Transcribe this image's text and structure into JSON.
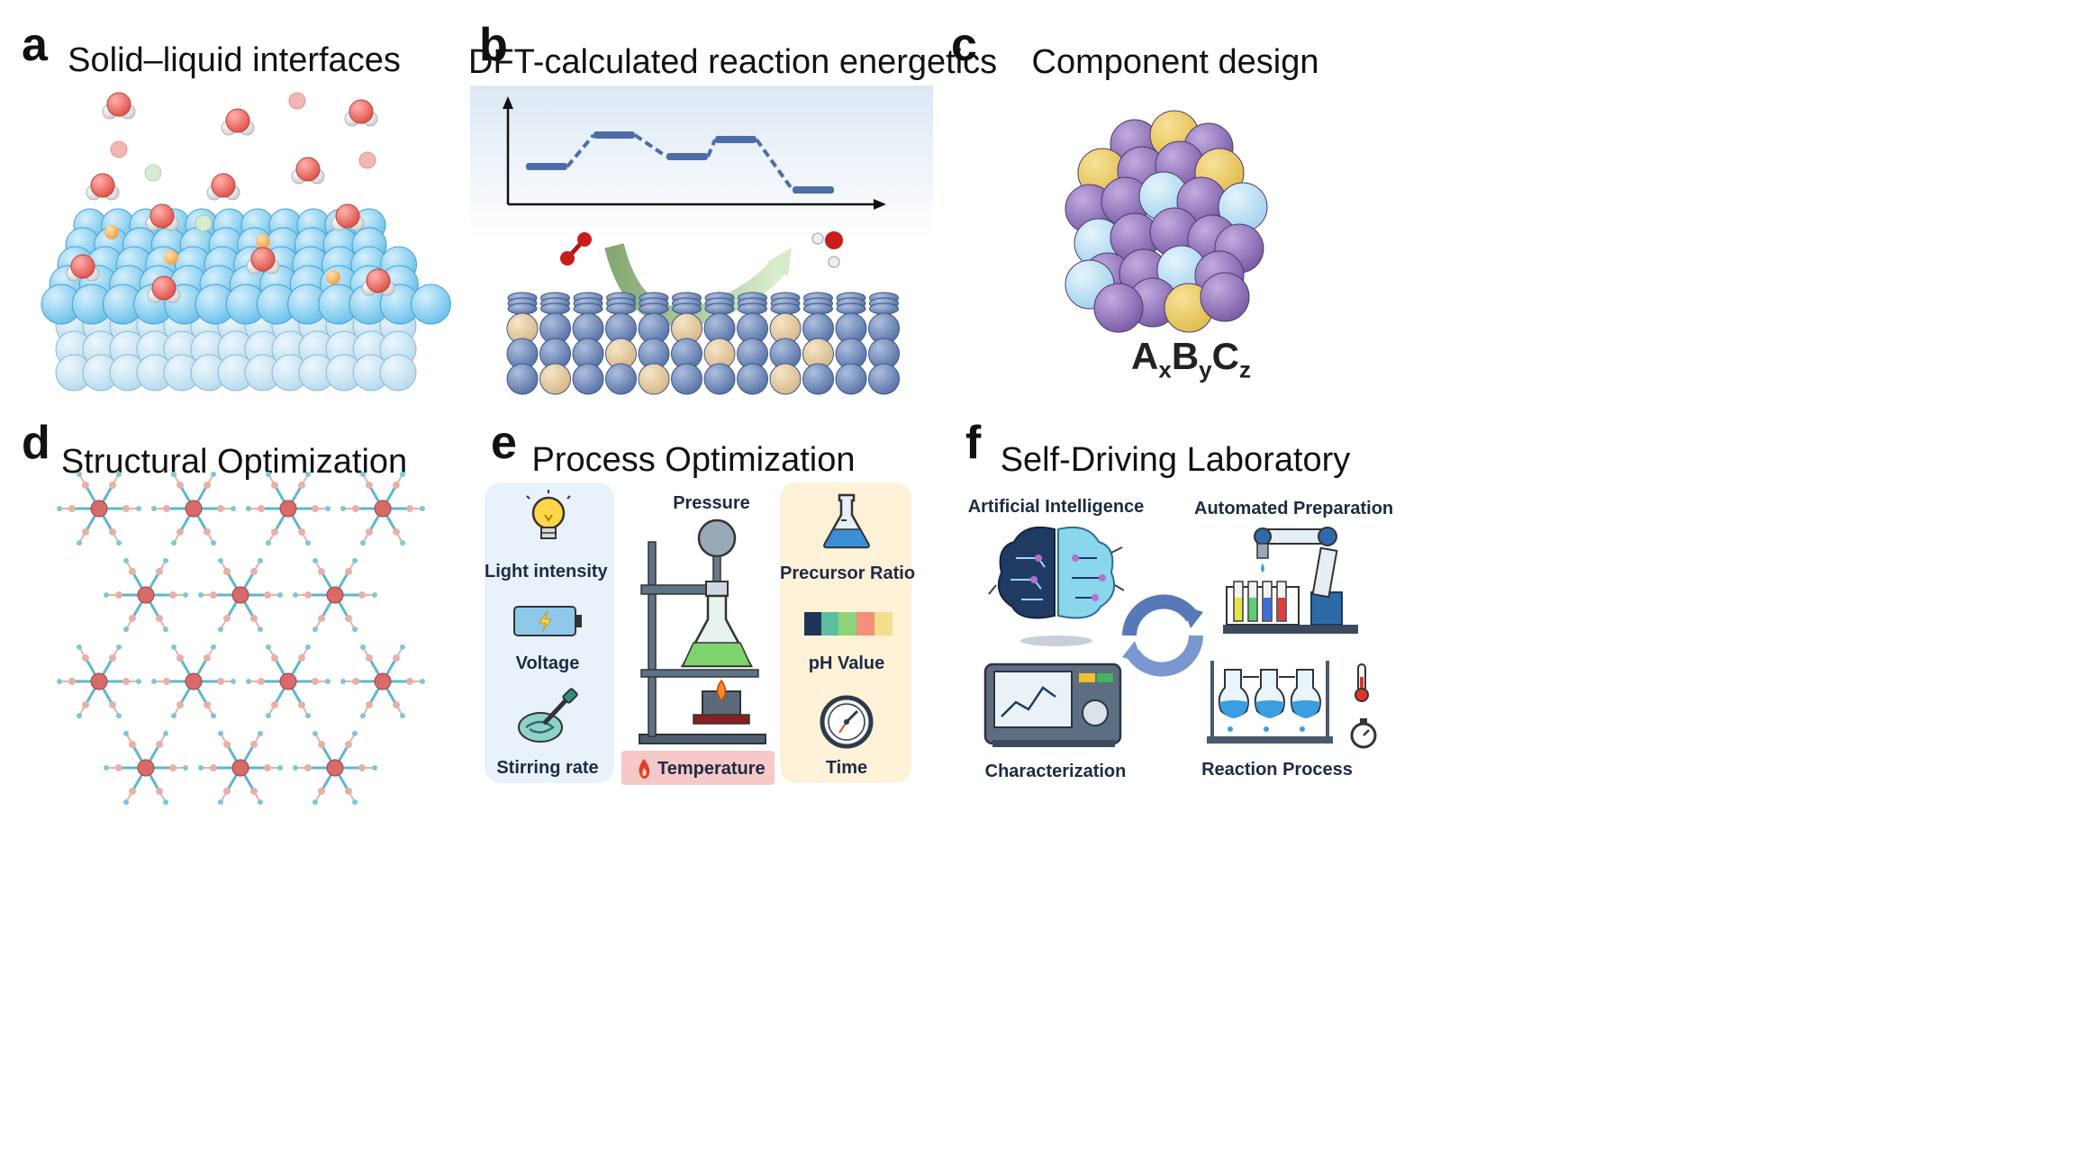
{
  "panels": {
    "a": {
      "letter": "a",
      "title": "Solid–liquid interfaces"
    },
    "b": {
      "letter": "b",
      "title": "DFT-calculated reaction energetics"
    },
    "c": {
      "letter": "c",
      "title": "Component design",
      "formula": {
        "A": "A",
        "x": "x",
        "B": "B",
        "y": "y",
        "C": "C",
        "z": "z"
      }
    },
    "d": {
      "letter": "d",
      "title": "Structural Optimization"
    },
    "e": {
      "letter": "e",
      "title": "Process Optimization",
      "left": [
        "Light intensity",
        "Voltage",
        "Stirring rate"
      ],
      "center": {
        "top": "Pressure",
        "bottom": "Temperature"
      },
      "right": [
        "Precursor Ratio",
        "pH Value",
        "Time"
      ]
    },
    "f": {
      "letter": "f",
      "title": "Self-Driving Laboratory",
      "labels": {
        "ai": "Artificial Intelligence",
        "prep": "Automated Preparation",
        "char": "Characterization",
        "react": "Reaction Process"
      }
    }
  },
  "colors": {
    "atom_blue": "#6ec3ec",
    "atom_blue_light": "#b8dcef",
    "oxygen": "#e0554e",
    "hydrogen": "#f3f3f3",
    "slab_navy": "#5b76a8",
    "slab_tan": "#d8b98a",
    "cluster_purple": "#7d5fa8",
    "cluster_gold": "#e2be4f",
    "cluster_lightblue": "#a5d3ee",
    "energy_bar": "#4d6ca8",
    "panel_blue_bg": "#e9f1fb",
    "panel_yellow_bg": "#fdf1d8",
    "temperature_bg": "#f6c8c8"
  },
  "icons": [
    "water-molecule-icon",
    "lightbulb-icon",
    "battery-icon",
    "stirrer-icon",
    "flask-icon",
    "ph-strip-icon",
    "clock-icon",
    "brain-icon",
    "robot-arm-icon",
    "analyzer-icon",
    "reactor-icon",
    "cycle-arrows-icon",
    "thermometer-icon",
    "stopwatch-icon",
    "flame-icon"
  ]
}
